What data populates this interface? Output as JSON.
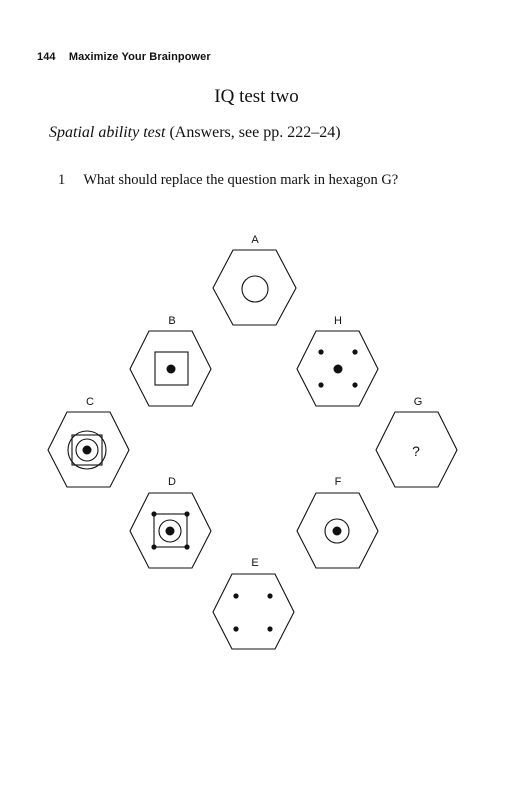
{
  "running_head": {
    "page_number": "144",
    "book_title": "Maximize Your Brainpower"
  },
  "heading": "IQ test two",
  "section": {
    "title": "Spatial ability test",
    "note": "(Answers, see pp. 222–24)"
  },
  "question": {
    "number": "1",
    "text": "What should replace the question mark in hexagon G?"
  },
  "hexagons": {
    "A": {
      "label": "A"
    },
    "B": {
      "label": "B"
    },
    "C": {
      "label": "C"
    },
    "D": {
      "label": "D"
    },
    "E": {
      "label": "E"
    },
    "F": {
      "label": "F"
    },
    "G": {
      "label": "G",
      "content": "?"
    },
    "H": {
      "label": "H"
    }
  }
}
